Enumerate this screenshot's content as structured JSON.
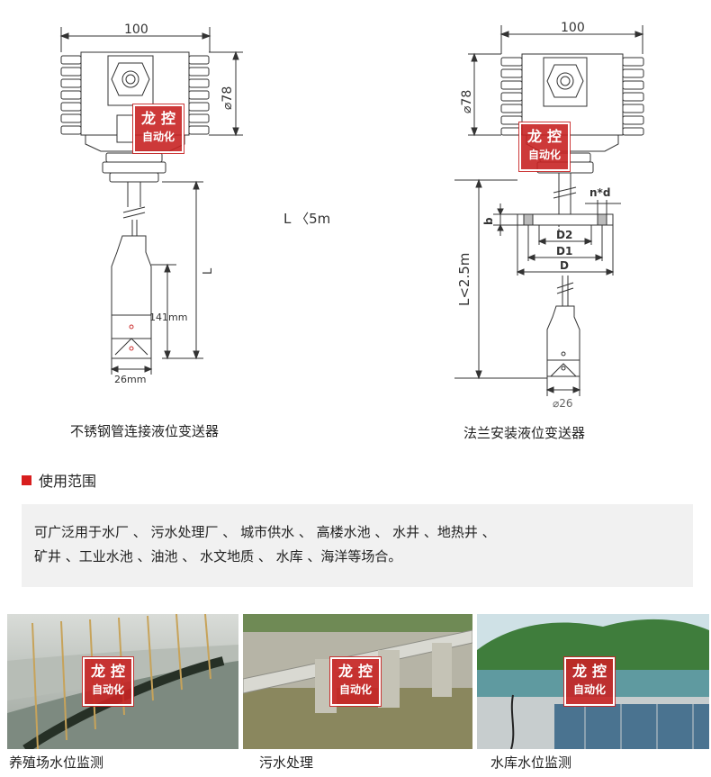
{
  "drawing_left": {
    "width_dim": "100",
    "diameter_dim": "⌀78",
    "length_dim": "L",
    "probe_height_dim": "141mm",
    "probe_width_dim": "26mm",
    "caption": "不锈钢管连接液位变送器"
  },
  "middle_note": "L 〈5m",
  "drawing_right": {
    "width_dim": "100",
    "diameter_dim": "⌀78",
    "length_dim": "L<2.5m",
    "bolt_dim": "n*d",
    "thickness_dim": "b",
    "d2": "D2",
    "d1": "D1",
    "d": "D",
    "probe_width_dim": "⌀26",
    "caption": "法兰安装液位变送器"
  },
  "watermark": {
    "line1": "龙控",
    "line2": "自动化"
  },
  "usage": {
    "title": "使用范围",
    "line1": "可广泛用于水厂 、 污水处理厂 、 城市供水 、 高楼水池 、 水井 、地热井 、",
    "line2": "矿井 、工业水池 、油池 、 水文地质 、 水库 、海洋等场合。"
  },
  "photos": [
    {
      "label": "养殖场水位监测",
      "icon": "fish-farm-photo"
    },
    {
      "label": "污水处理",
      "icon": "sewage-photo"
    },
    {
      "label": "水库水位监测",
      "icon": "reservoir-photo"
    }
  ]
}
